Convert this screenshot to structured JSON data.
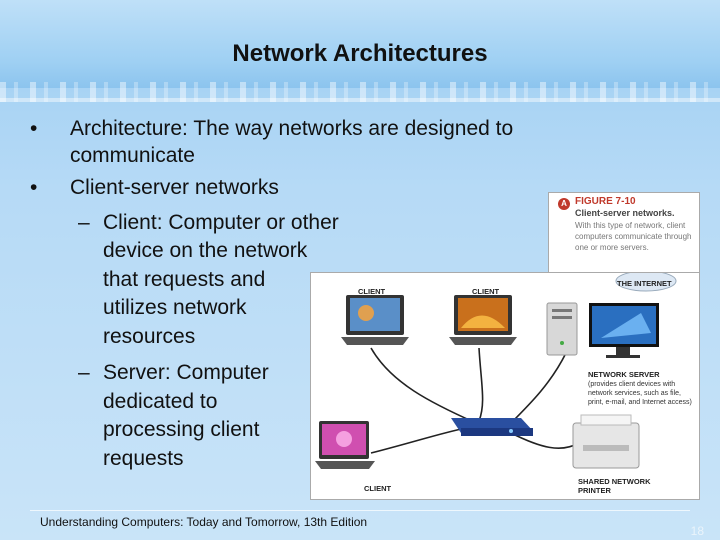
{
  "slide": {
    "title": "Network Architectures",
    "bullets": [
      {
        "text_line1": "Architecture: The way networks are designed to",
        "text_line2": "communicate"
      },
      {
        "text": "Client-server networks"
      }
    ],
    "sub_bullets": [
      {
        "lines": [
          "Client: Computer or other",
          "device on the network",
          "that requests and",
          "utilizes network",
          "resources"
        ]
      },
      {
        "lines": [
          "Server: Computer",
          "dedicated to",
          "processing client",
          "requests"
        ]
      }
    ],
    "footer": "Understanding Computers: Today and Tomorrow, 13th Edition",
    "page_number": "18"
  },
  "figure": {
    "badge": "A",
    "number": "FIGURE 7-10",
    "caption": "Client-server networks.",
    "description": "With this type of network, client computers communicate through one or more servers.",
    "labels": {
      "client_left": "CLIENT",
      "client_middle": "CLIENT",
      "client_bottom": "CLIENT",
      "internet": "THE INTERNET",
      "network_server": "NETWORK SERVER",
      "network_server_desc": "(provides client devices with network services, such as file, print, e-mail, and Internet access)",
      "shared_printer_line1": "SHARED NETWORK",
      "shared_printer_line2": "PRINTER"
    }
  }
}
